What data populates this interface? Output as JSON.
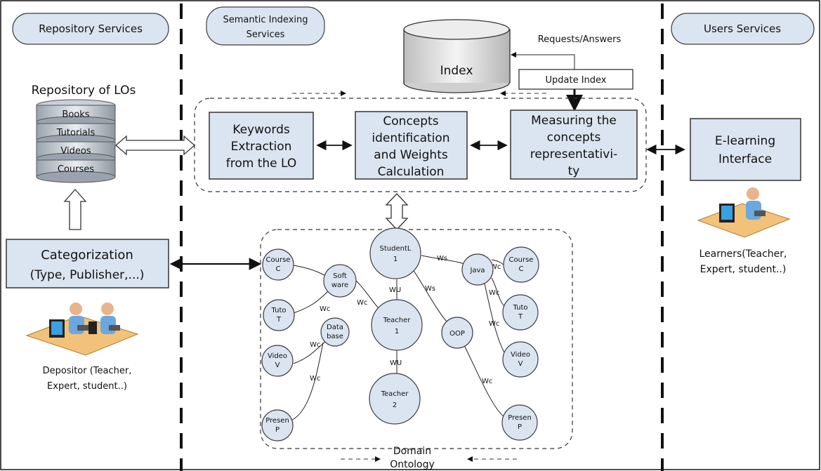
{
  "sections": {
    "repository": "Repository Services",
    "semantic_line1": "Semantic Indexing",
    "semantic_line2": "Services",
    "users": "Users Services"
  },
  "repository_title": "Repository of LOs",
  "db_layers": [
    "Books",
    "Tutorials",
    "Videos",
    "Courses"
  ],
  "categorization": {
    "line1": "Categorization",
    "line2": "(Type, Publisher,...)"
  },
  "depositor": {
    "line1": "Depositor (Teacher,",
    "line2": "Expert, student..)"
  },
  "index": {
    "label": "Index",
    "requests": "Requests/Answers",
    "update": "Update Index"
  },
  "process": {
    "keywords": [
      "Keywords",
      "Extraction",
      "from the LO"
    ],
    "concepts": [
      "Concepts",
      "identification",
      "and Weights",
      "Calculation"
    ],
    "measuring": [
      "Measuring the",
      "concepts",
      "representativi-",
      "ty"
    ]
  },
  "elearning": [
    "E-learning",
    "Interface"
  ],
  "learners": {
    "line1": "Learners(Teacher,",
    "line2": "Expert, student..)"
  },
  "ontology": {
    "title_line1": "Domain",
    "title_line2": "Ontology",
    "nodes": {
      "courseC_l": [
        "Course",
        "C"
      ],
      "software": [
        "Soft",
        "ware"
      ],
      "tutoT_l": [
        "Tuto",
        "T"
      ],
      "database": [
        "Data",
        "base"
      ],
      "videoV_l": [
        "Video",
        "V"
      ],
      "presenP_l": [
        "Presen",
        "P"
      ],
      "student": [
        "StudentL",
        "1"
      ],
      "teacher1": [
        "Teacher",
        "1"
      ],
      "teacher2": [
        "Teacher",
        "2"
      ],
      "java": [
        "Java"
      ],
      "oop": [
        "OOP"
      ],
      "courseC_r": [
        "Course",
        "C"
      ],
      "tutoT_r": [
        "Tuto",
        "T"
      ],
      "videoV_r": [
        "Video",
        "V"
      ],
      "presenP_r": [
        "Presen",
        "P"
      ]
    },
    "edge_labels": {
      "wc1": "Wc",
      "wc2": "Wc",
      "wc3": "Wc",
      "wc4": "Wc",
      "ws1": "Ws",
      "ws2": "Ws",
      "wu1": "WU",
      "wu2": "WU",
      "wc5": "Wc",
      "wc6": "Wc",
      "wc7": "Wc",
      "wc8": "Wc"
    }
  },
  "colors": {
    "box_fill": "#dbe5f1",
    "stroke": "#3f3f3f"
  }
}
